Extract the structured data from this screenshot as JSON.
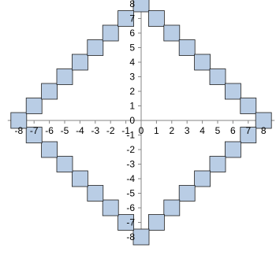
{
  "chart_data": {
    "type": "scatter",
    "title": "",
    "xlabel": "",
    "ylabel": "",
    "xlim": [
      -8,
      8
    ],
    "ylim": [
      -8,
      8
    ],
    "x_ticks": [
      "-8",
      "-7",
      "-6",
      "-5",
      "-4",
      "-3",
      "-2",
      "-1",
      "0",
      "1",
      "2",
      "3",
      "4",
      "5",
      "6",
      "7",
      "8"
    ],
    "y_ticks": [
      "8",
      "7",
      "6",
      "5",
      "4",
      "3",
      "2",
      "1",
      "0",
      "-1",
      "-2",
      "-3",
      "-4",
      "-5",
      "-6",
      "-7",
      "-8"
    ],
    "grid": false,
    "legend": "none",
    "marker": "square",
    "marker_fill": "#b9cde5",
    "marker_stroke": "#1f1f1f",
    "axis_color": "#868686",
    "points": [
      [
        0,
        8
      ],
      [
        1,
        7
      ],
      [
        2,
        6
      ],
      [
        3,
        5
      ],
      [
        4,
        4
      ],
      [
        5,
        3
      ],
      [
        6,
        2
      ],
      [
        7,
        1
      ],
      [
        8,
        0
      ],
      [
        7,
        -1
      ],
      [
        6,
        -2
      ],
      [
        5,
        -3
      ],
      [
        4,
        -4
      ],
      [
        3,
        -5
      ],
      [
        2,
        -6
      ],
      [
        1,
        -7
      ],
      [
        0,
        -8
      ],
      [
        -1,
        -7
      ],
      [
        -2,
        -6
      ],
      [
        -3,
        -5
      ],
      [
        -4,
        -4
      ],
      [
        -5,
        -3
      ],
      [
        -6,
        -2
      ],
      [
        -7,
        -1
      ],
      [
        -8,
        0
      ],
      [
        -7,
        1
      ],
      [
        -6,
        2
      ],
      [
        -5,
        3
      ],
      [
        -4,
        4
      ],
      [
        -3,
        5
      ],
      [
        -2,
        6
      ],
      [
        -1,
        7
      ]
    ]
  }
}
